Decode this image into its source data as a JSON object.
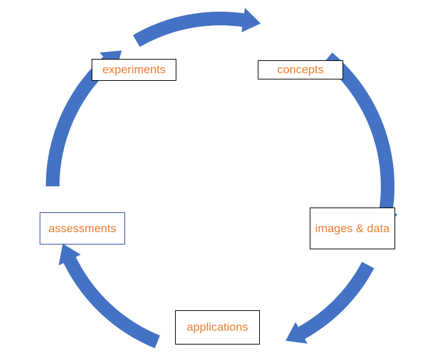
{
  "diagram": {
    "type": "cycle",
    "colors": {
      "arrow": "#4472c4",
      "label": "#ed7d31",
      "box_border": "#000000",
      "box_border_accent": "#2f5597",
      "background": "#ffffff"
    },
    "nodes": [
      {
        "id": "experiments",
        "label": "experiments"
      },
      {
        "id": "concepts",
        "label": "concepts"
      },
      {
        "id": "images-data",
        "label": "images & data"
      },
      {
        "id": "applications",
        "label": "applications"
      },
      {
        "id": "assessments",
        "label": "assessments"
      }
    ],
    "edges": [
      {
        "from": "experiments",
        "to": "concepts"
      },
      {
        "from": "concepts",
        "to": "images-data"
      },
      {
        "from": "images-data",
        "to": "applications"
      },
      {
        "from": "applications",
        "to": "assessments"
      },
      {
        "from": "assessments",
        "to": "experiments"
      }
    ]
  }
}
